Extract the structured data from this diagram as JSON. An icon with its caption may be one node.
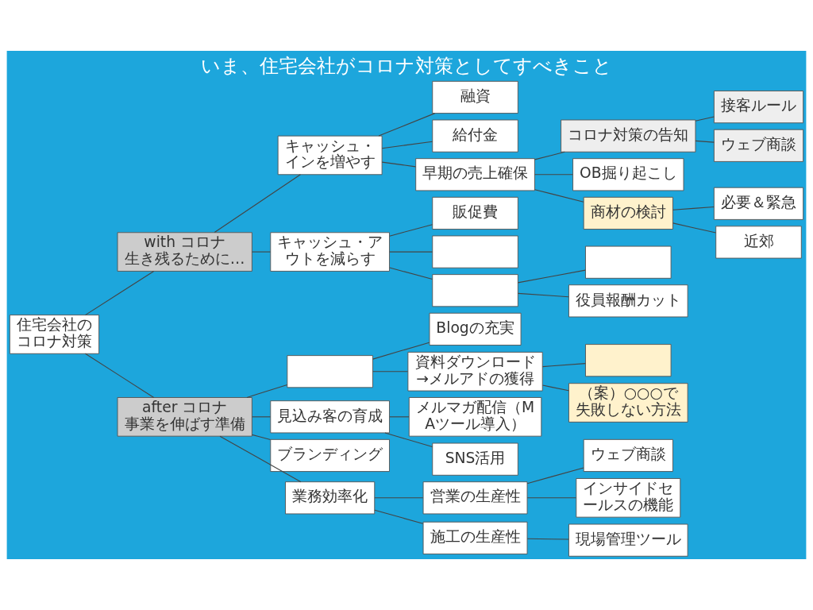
{
  "diagram": {
    "title": "いま、住宅会社がコロナ対策としてすべきこと",
    "nodes": [
      {
        "text": [
          "住宅会社のコロナ対策"
        ]
      },
      {
        "text": [
          "with コロナ生き残るために…"
        ]
      },
      {
        "text": [
          "キャッシュ・インを増やす"
        ]
      },
      {
        "text": [
          "融資"
        ]
      },
      {
        "text": [
          "給付金"
        ]
      },
      {
        "text": [
          "早期の売上確保"
        ]
      },
      {
        "text": [
          "コロナ対策の告知"
        ]
      },
      {
        "text": [
          "接客ルール"
        ]
      },
      {
        "text": [
          "ウェブ商談"
        ]
      },
      {
        "text": [
          "OB掘り起こし"
        ]
      },
      {
        "text": [
          "商材の検討"
        ]
      },
      {
        "text": [
          "必要＆緊急"
        ]
      },
      {
        "text": [
          "近郊"
        ]
      },
      {
        "text": [
          "キャッシュ・アウトを減らす"
        ]
      },
      {
        "text": [
          "販促費"
        ]
      },
      {
        "text": [],
        "shape": "box"
      },
      {
        "text": [],
        "shape": "box"
      },
      {
        "text": [],
        "shape": "box"
      },
      {
        "text": [
          "役員報酬カット"
        ]
      },
      {
        "text": [
          "after コロナ事業を伸ばす準備"
        ]
      },
      {
        "text": [],
        "shape": "box"
      },
      {
        "text": [
          "Blogの充実"
        ]
      },
      {
        "text": [
          "資料ダウンロード→メルアドの獲得"
        ]
      },
      {
        "text": [],
        "shape": "box"
      },
      {
        "text": [
          "（案）○○○で失敗しない方法"
        ]
      },
      {
        "text": [
          "見込み客の育成"
        ]
      },
      {
        "text": [
          "メルマガ配信（MAツール導入）"
        ]
      },
      {
        "text": [
          "SNS活用"
        ]
      },
      {
        "text": [
          "ブランディング"
        ]
      },
      {
        "text": [
          "業務効率化"
        ]
      },
      {
        "text": [
          "営業の生産性"
        ]
      },
      {
        "text": [
          "ウェブ商談"
        ]
      },
      {
        "text": [
          "インサイドセールスの機能"
        ]
      },
      {
        "text": [
          "施工の生産性"
        ]
      },
      {
        "text": [
          "現場管理ツール"
        ]
      }
    ],
    "edges": [
      {
        "from": 0,
        "to": 1,
        "arrow": "none"
      },
      {
        "from": 1,
        "to": 2,
        "arrow": "none"
      },
      {
        "from": 2,
        "to": 3,
        "arrow": "none"
      },
      {
        "from": 2,
        "to": 4,
        "arrow": "none"
      },
      {
        "from": 2,
        "to": 5,
        "arrow": "none"
      },
      {
        "from": 5,
        "to": 6,
        "arrow": "none"
      },
      {
        "from": 6,
        "to": 7,
        "arrow": "none"
      },
      {
        "from": 6,
        "to": 8,
        "arrow": "none"
      },
      {
        "from": 5,
        "to": 9,
        "arrow": "none"
      },
      {
        "from": 5,
        "to": 10,
        "arrow": "none"
      },
      {
        "from": 10,
        "to": 11,
        "arrow": "none"
      },
      {
        "from": 10,
        "to": 12,
        "arrow": "none"
      },
      {
        "from": 1,
        "to": 13,
        "arrow": "none"
      },
      {
        "from": 13,
        "to": 14,
        "arrow": "none"
      },
      {
        "from": 13,
        "to": 15,
        "arrow": "none"
      },
      {
        "from": 13,
        "to": 16,
        "arrow": "none"
      },
      {
        "from": 16,
        "to": 17,
        "arrow": "none"
      },
      {
        "from": 16,
        "to": 18,
        "arrow": "none"
      },
      {
        "from": 0,
        "to": 19,
        "arrow": "none"
      },
      {
        "from": 19,
        "to": 20,
        "arrow": "none"
      },
      {
        "from": 20,
        "to": 21,
        "arrow": "none"
      },
      {
        "from": 20,
        "to": 22,
        "arrow": "none"
      },
      {
        "from": 22,
        "to": 23,
        "arrow": "none"
      },
      {
        "from": 22,
        "to": 24,
        "arrow": "none"
      },
      {
        "from": 19,
        "to": 25,
        "arrow": "none"
      },
      {
        "from": 25,
        "to": 26,
        "arrow": "none"
      },
      {
        "from": 25,
        "to": 27,
        "arrow": "none"
      },
      {
        "from": 19,
        "to": 28,
        "arrow": "none"
      },
      {
        "from": 19,
        "to": 29,
        "arrow": "none"
      },
      {
        "from": 29,
        "to": 30,
        "arrow": "none"
      },
      {
        "from": 30,
        "to": 31,
        "arrow": "none"
      },
      {
        "from": 30,
        "to": 32,
        "arrow": "none"
      },
      {
        "from": 29,
        "to": 33,
        "arrow": "none"
      },
      {
        "from": 33,
        "to": 34,
        "arrow": "none"
      }
    ]
  }
}
